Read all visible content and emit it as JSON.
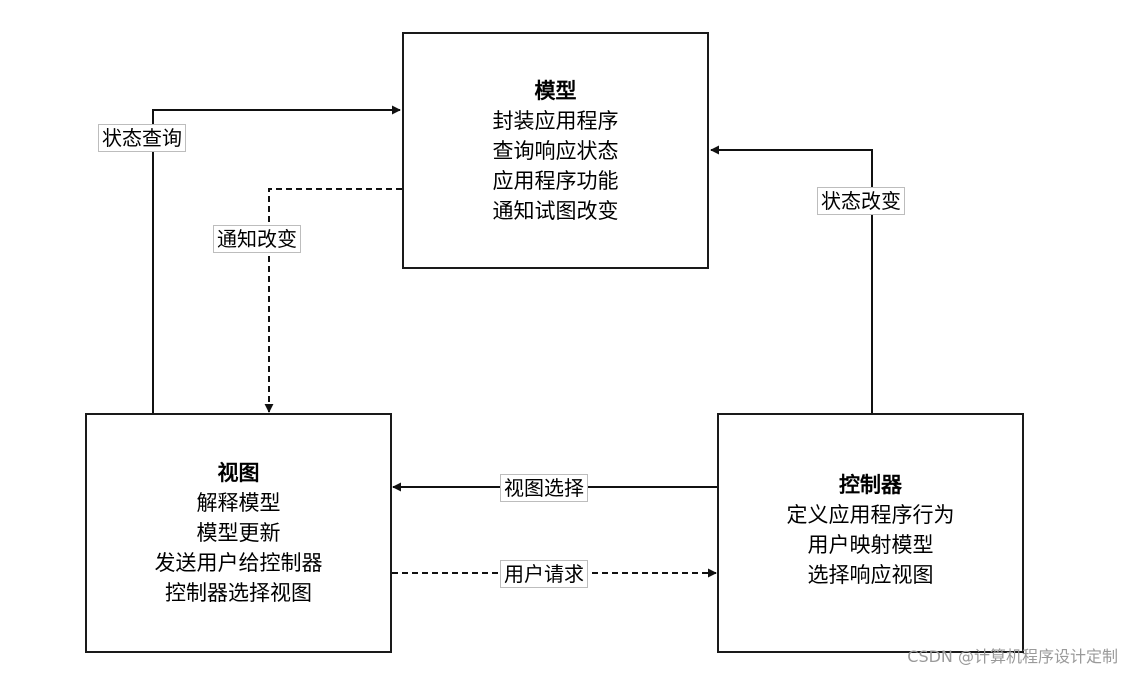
{
  "model": {
    "title": "模型",
    "lines": [
      "封装应用程序",
      "查询响应状态",
      "应用程序功能",
      "通知试图改变"
    ]
  },
  "view": {
    "title": "视图",
    "lines": [
      "解释模型",
      "模型更新",
      "发送用户给控制器",
      "控制器选择视图"
    ]
  },
  "controller": {
    "title": "控制器",
    "lines": [
      "定义应用程序行为",
      "用户映射模型",
      "选择响应视图"
    ]
  },
  "edges": {
    "state_query": "状态查询",
    "notify_change": "通知改变",
    "state_change": "状态改变",
    "view_select": "视图选择",
    "user_request": "用户请求"
  },
  "watermark": "CSDN @计算机程序设计定制"
}
